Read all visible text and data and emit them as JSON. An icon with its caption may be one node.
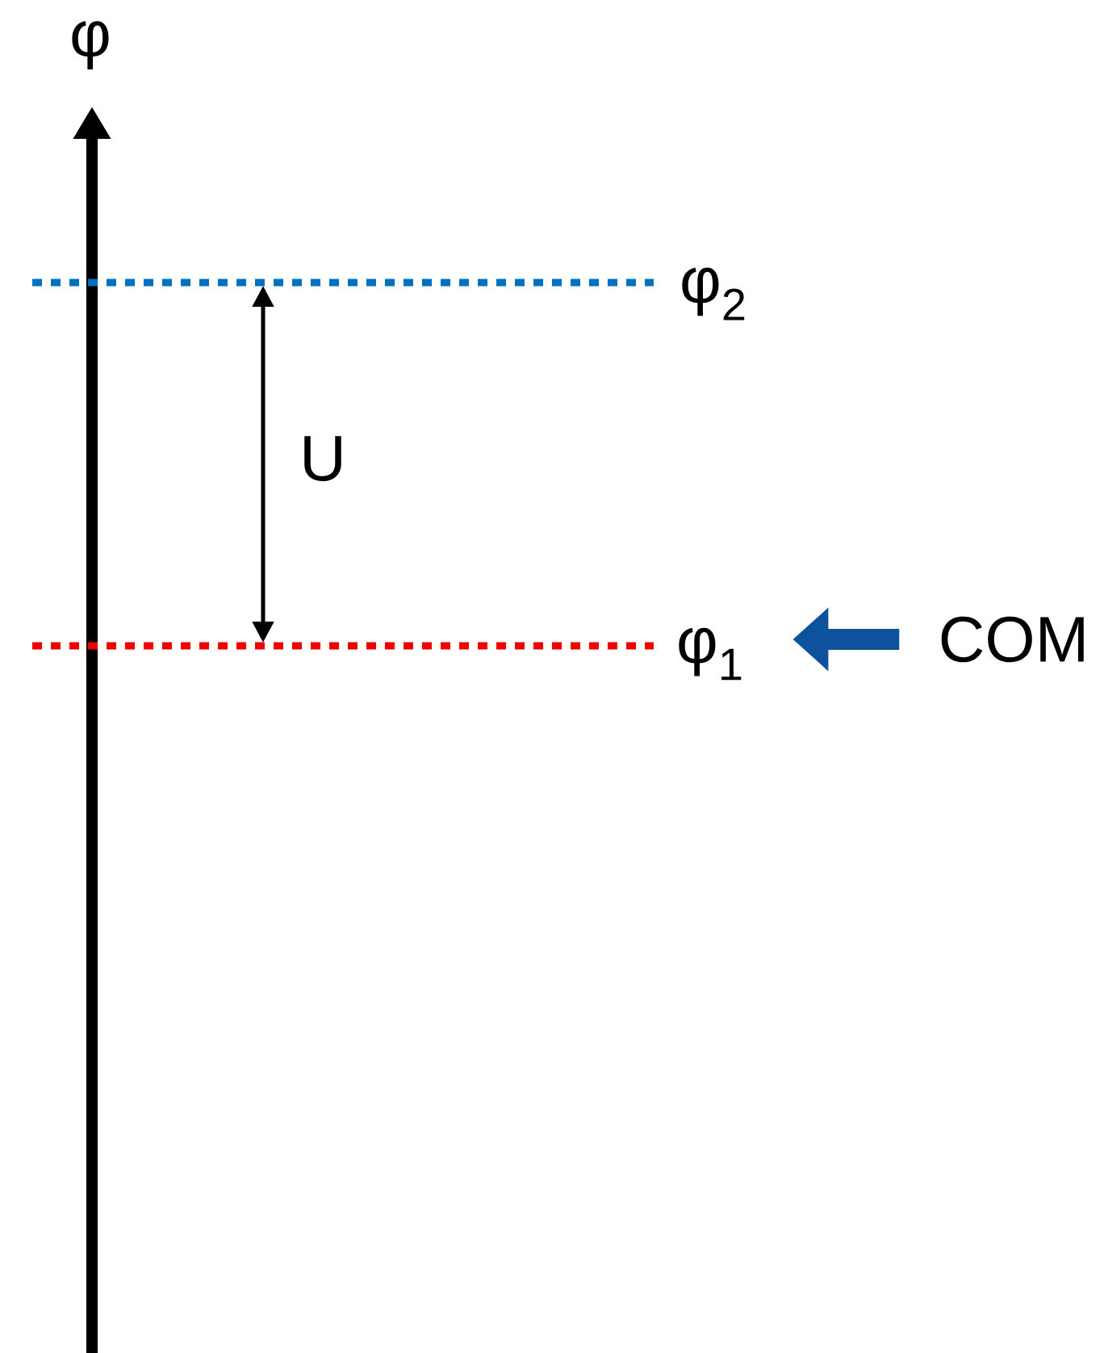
{
  "diagram": {
    "nodes": [
      {
        "text": [
          "φ$_{1}$"
        ]
      },
      {
        "text": [
          "COM"
        ]
      }
    ],
    "edges": [
      {
        "from": 1,
        "to": 0,
        "arrow": "to",
        "color": "#0e519c"
      }
    ],
    "labels": [
      "φ",
      "φ$_{2}$",
      "U"
    ]
  }
}
